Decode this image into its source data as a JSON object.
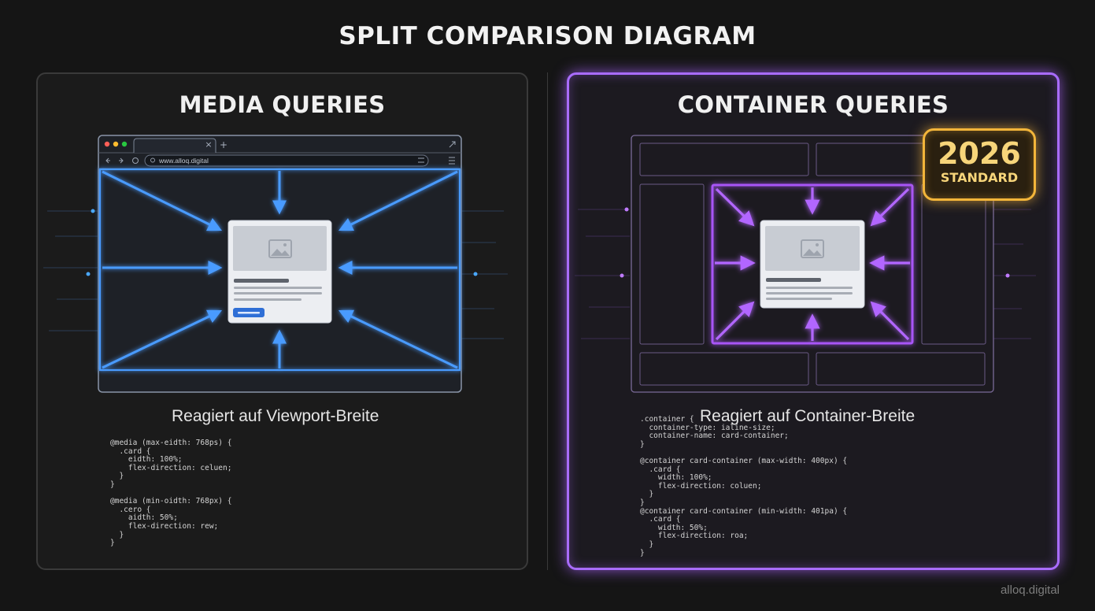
{
  "title": "SPLIT COMPARISON DIAGRAM",
  "left": {
    "heading": "MEDIA QUERIES",
    "browser": {
      "url": "www.alloq.digital",
      "tab_close": "×",
      "new_tab": "+"
    },
    "caption": "Reagiert auf Viewport-Breite",
    "code": [
      "@media (max-eidth: 768ps) {",
      "  .card {",
      "    eidth: 100%;",
      "    flex-direction: celuen;",
      "  }",
      "}",
      "",
      "@media (min-oidth: 768px) {",
      "  .cero {",
      "    aidth: 50%;",
      "    flex-direction: rew;",
      "  }",
      "}"
    ],
    "accent": "#3b8fff"
  },
  "right": {
    "heading": "CONTAINER QUERIES",
    "caption": "Reagiert auf Container-Breite",
    "code": [
      ".container {",
      "  container-type: ialine-size;",
      "  container-name: card-container;",
      "}",
      "",
      "@container card-container (max-width: 400px) {",
      "  .card {",
      "    width: 100%;",
      "    flex-direction: coluen;",
      "  }",
      "}",
      "@container card-container (min-width: 401pa) {",
      "  .card {",
      "    width: 50%;",
      "    flex-direction: roa;",
      "  }",
      "}"
    ],
    "badge": {
      "year": "2026",
      "label": "STANDARD"
    },
    "accent": "#a855f7"
  },
  "watermark": "alloq.digital"
}
